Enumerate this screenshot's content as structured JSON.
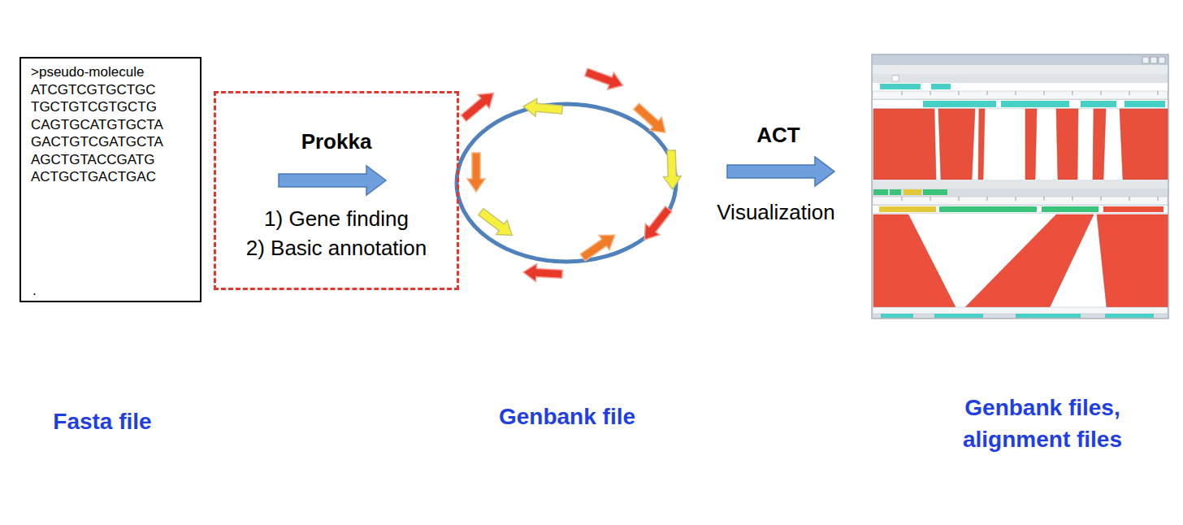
{
  "diagram": {
    "nodes": [
      {
        "text": [
          ">pseudo-molecule ATCGTCGTGCTGC TGCTGTCGTGCTG CAGTGCATGTGCTA GACTGTCGATGCTA AGCTGTACCGATG ACTGCTGACTGAC",
          "."
        ]
      },
      {
        "text": [
          "Prokka",
          "1) Gene finding",
          "2) Basic annotation"
        ]
      }
    ],
    "labels": [
      "ACT",
      "Visualization",
      "Fasta file",
      "Genbank file",
      "Genbank files, alignment files"
    ]
  }
}
